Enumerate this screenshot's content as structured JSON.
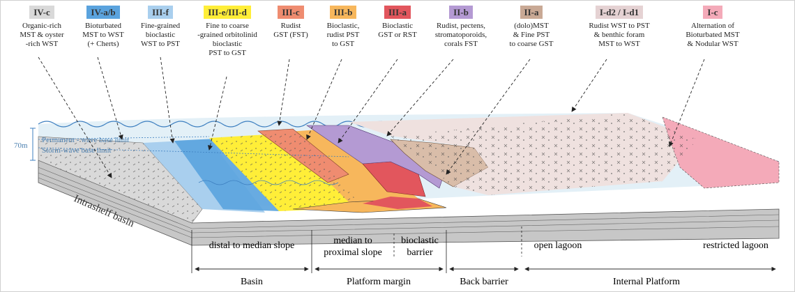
{
  "facies": [
    {
      "code": "IV-c",
      "color": "#d9d9d9",
      "lines": [
        "Organic-rich",
        "MST & oyster",
        "-rich WST"
      ]
    },
    {
      "code": "IV-a/b",
      "color": "#5aa3de",
      "lines": [
        "Bioturbated",
        "MST to WST",
        "(+ Cherts)"
      ]
    },
    {
      "code": "III-f",
      "color": "#a9cfee",
      "lines": [
        "Fine-grained",
        "bioclastic",
        "WST to PST"
      ]
    },
    {
      "code": "III-e/III-d",
      "color": "#ffee38",
      "lines": [
        "Fine to coarse",
        "-grained orbitolinid",
        "bioclastic",
        "PST to GST"
      ]
    },
    {
      "code": "III-c",
      "color": "#ef8c70",
      "lines": [
        "Rudist",
        "GST (FST)"
      ]
    },
    {
      "code": "III-b",
      "color": "#f7b75c",
      "lines": [
        "Bioclastic,",
        "rudist PST",
        "to GST"
      ]
    },
    {
      "code": "III-a",
      "color": "#e2565d",
      "lines": [
        "Bioclastic",
        "GST or RST"
      ]
    },
    {
      "code": "II-b",
      "color": "#b49ad3",
      "lines": [
        "Rudist, pectens,",
        "stromatoporoids,",
        "corals FST"
      ]
    },
    {
      "code": "II-a",
      "color": "#c9a995",
      "lines": [
        "(dolo)MST",
        "& Fine PST",
        "to coarse GST"
      ]
    },
    {
      "code": "I-d2 / I-d1",
      "color": "#e5d2d3",
      "lines": [
        "Rudist WST to PST",
        "& benthic foram",
        "MST to WST"
      ]
    },
    {
      "code": "I-c",
      "color": "#f4aab9",
      "lines": [
        "Alternation of",
        "Bioturbated MST",
        "& Nodular WST"
      ]
    }
  ],
  "labels": {
    "permanent_wave": "Permanent - wave base  limit",
    "storm_wave": "Storm-wave   base limit",
    "depth": "70m",
    "basin_name": "Intrashelf basin"
  },
  "zones": {
    "sub": [
      "distal to median slope",
      "median to",
      "proximal slope",
      "bioclastic",
      "barrier",
      "open lagoon",
      "restricted lagoon"
    ],
    "main": [
      "Basin",
      "Platform margin",
      "Back barrier",
      "Internal Platform"
    ]
  },
  "colors": {
    "water": "#bfe1f3",
    "water_line": "#3d7fc0",
    "side": "#c7c7c7",
    "lagoon": "#efe1df"
  }
}
